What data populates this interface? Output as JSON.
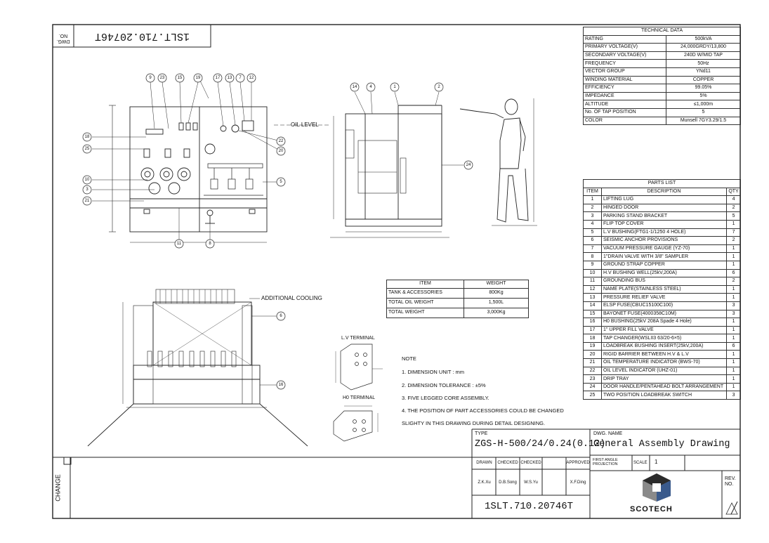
{
  "technical_data": {
    "title": "TECHNICAL DATA",
    "rows": [
      [
        "RATING",
        "500kVA"
      ],
      [
        "PRIMARY VOLTAGE(V)",
        "24,000GRDY/13,800"
      ],
      [
        "SECONDARY VOLTAGE(V)",
        "240D W/MID TAP"
      ],
      [
        "FREQUENCY",
        "50Hz"
      ],
      [
        "VECTOR GROUP",
        "YNd11"
      ],
      [
        "WINDING MATERIAL",
        "COPPER"
      ],
      [
        "EFFICIENCY",
        "99.05%"
      ],
      [
        "IMPEDANCE",
        "5%"
      ],
      [
        "ALTITUDE",
        "≤1,000m"
      ],
      [
        "No. OF TAP POSITION",
        "5"
      ],
      [
        "COLOR",
        "Munsell 7GY3.29/1.5"
      ]
    ]
  },
  "parts_list": {
    "title": "PARTS LIST",
    "headers": [
      "ITEM",
      "DESCRIPTION",
      "QTY"
    ],
    "rows": [
      [
        "1",
        "LIFTING LUG",
        "4"
      ],
      [
        "2",
        "HINGED DOOR",
        "2"
      ],
      [
        "3",
        "PARKING STAND BRACKET",
        "5"
      ],
      [
        "4",
        "FLIP TOP COVER",
        "1"
      ],
      [
        "5",
        "L.V BUSHING(FTG1-1/1250      4 HOLE)",
        "7"
      ],
      [
        "6",
        "SEISMIC ANCHOR PROVISIONS",
        "2"
      ],
      [
        "7",
        "VACUUM PRESSURE GAUGE (YZ-70)",
        "1"
      ],
      [
        "8",
        "1\"DRAIN VALVE WITH 3/8\" SAMPLER",
        "1"
      ],
      [
        "9",
        "GROUND STRAP COPPER",
        "1"
      ],
      [
        "10",
        "H.V BUSHING WELL(25kV,200A)",
        "6"
      ],
      [
        "11",
        "GROUNDING BUS",
        "2"
      ],
      [
        "12",
        "NAME PLATE(STAINLESS STEEL)",
        "1"
      ],
      [
        "13",
        "PRESSURE RELIEF VALVE",
        "1"
      ],
      [
        "14",
        "ELSP FUSE(CBUC15100C100)",
        "3"
      ],
      [
        "15",
        "BAYONET FUSE(4000358C10M)",
        "3"
      ],
      [
        "16",
        "H0  BUSHING(25kV 208A Spade 4 Hole)",
        "1"
      ],
      [
        "17",
        "1\" UPPER FILL VALVE",
        "1"
      ],
      [
        "18",
        "TAP CHANGER(WSLII3  63/20-6×5)",
        "1"
      ],
      [
        "19",
        "LOADBREAK BUSHING INSERT(25kV,200A)",
        "6"
      ],
      [
        "20",
        "RIGID BARRIER BETWEEN H.V & L.V",
        "1"
      ],
      [
        "21",
        "OIL TEMPERATURE INDICATOR (BWS-70)",
        "1"
      ],
      [
        "22",
        "OIL LEVEL INDICATOR (UHZ-01)",
        "1"
      ],
      [
        "23",
        "DRIP TRAY",
        "1"
      ],
      [
        "24",
        "DOOR HANDLE/PENTAHEAD BOLT ARRANGEMENT",
        "1"
      ],
      [
        "25",
        "TWO POSITION LOADBREAK SWITCH",
        "3"
      ]
    ]
  },
  "weight_table": {
    "headers": [
      "ITEM",
      "WEIGHT"
    ],
    "rows": [
      [
        "TANK & ACCESSORIES",
        "800Kg"
      ],
      [
        "TOTAL OIL WEIGHT",
        "1,500L"
      ],
      [
        "TOTAL WEIGHT",
        "3,000Kg"
      ]
    ]
  },
  "notes": {
    "title": "NOTE",
    "items": [
      "1. DIMENSION UNIT : mm",
      "2. DIMENSION TOLERANCE : ±5%",
      "3. FIVE LEGGED CORE ASSEMBLY.",
      "4. THE POSITION OF PART ACCESSORIES COULD BE CHANGED",
      "SLIGHTY IN THIS DRAWING DURING DETAIL DESIGNING."
    ]
  },
  "labels": {
    "oil_level": "OIL LEVEL",
    "additional_cooling": "ADDITIONAL COOLING",
    "lv_terminal": "L.V TERMINAL",
    "h0_terminal": "H0 TERMINAL",
    "change": "CHANGE",
    "dwg_no_corner": "DWG. NO.",
    "dwg_no_top": "1SLT.710.20746T"
  },
  "front_view_callouts": [
    "9",
    "23",
    "15",
    "19",
    "17",
    "13",
    "7",
    "12",
    "18",
    "25",
    "22",
    "20",
    "10",
    "3",
    "5",
    "21",
    "11",
    "8"
  ],
  "side_view_callouts": [
    "14",
    "4",
    "1",
    "2",
    "24"
  ],
  "bottom_view_callouts": [
    "6",
    "16"
  ],
  "title_block": {
    "type_label": "TYPE",
    "type_value": "ZGS-H-500/24/0.24(0.12)",
    "dwg_name_label": "DWG. NAME",
    "dwg_name_value": "General Assembly Drawing",
    "roles": [
      "DRAWN",
      "CHECKED",
      "CHECKED",
      "APPROVED"
    ],
    "names": [
      "Z.K.Xu",
      "D.B.Song",
      "W.S.Yu",
      "X.F.Ding"
    ],
    "projection": "FIRST ANGLE PROJECTION",
    "scale_label": "SCALE",
    "scale_value": "1",
    "company": "SCOTECH",
    "rev_label": "REV. NO.",
    "drawing_number": "1SLT.710.20746T"
  },
  "colors": {
    "line": "#222222",
    "logo_blue": "#3a5a8c",
    "logo_dark": "#2b2b2b",
    "logo_grey": "#8a8a8a"
  }
}
